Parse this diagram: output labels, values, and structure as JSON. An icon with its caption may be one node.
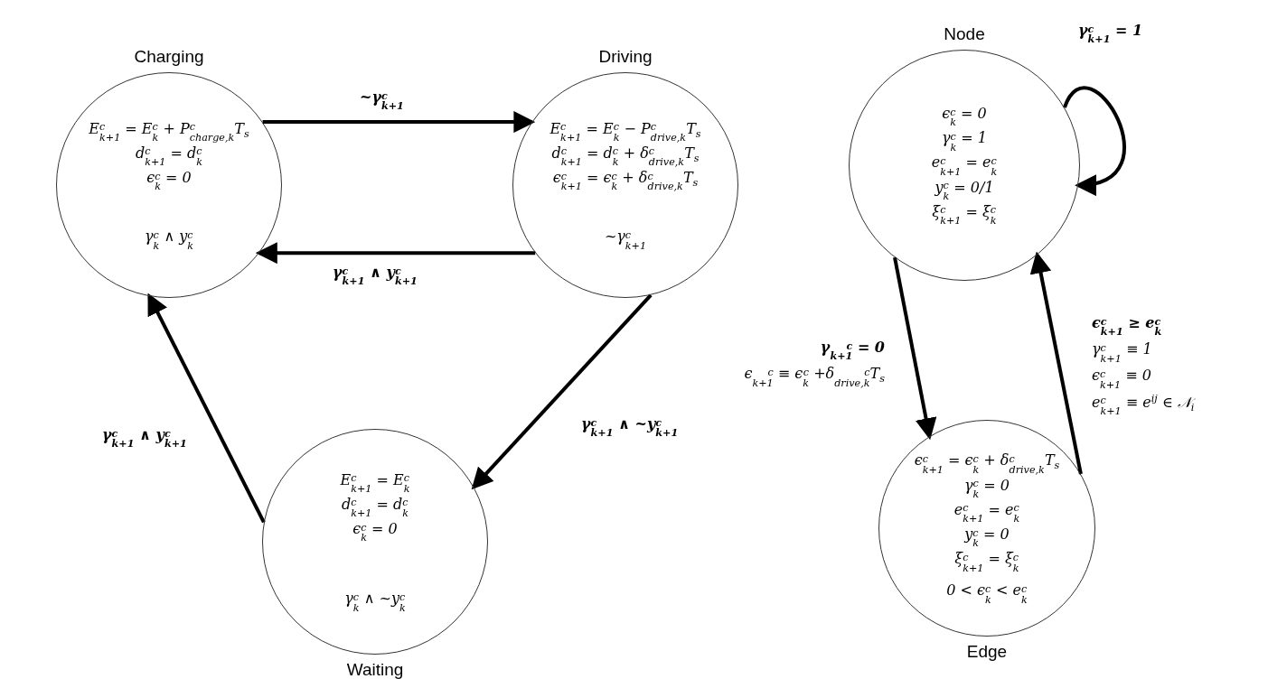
{
  "diagram": {
    "nodes": [
      {
        "text": [
          "Charging",
          "E$^{c}$$_{k+1}$ = E$^{c}$$_{k}$ + P$^{c}$$_{charge,k}$T$_{s}$",
          "d$^{c}$$_{k+1}$ = d$^{c}$$_{k}$",
          "ϵ$^{c}$$_{k}$ = 0",
          "γ$^{c}$$_{k}$ ∧ y$^{c}$$_{k}$"
        ]
      },
      {
        "text": [
          "Driving",
          "E$^{c}$$_{k+1}$ = E$^{c}$$_{k}$ − P$^{c}$$_{drive,k}$T$_{s}$",
          "d$^{c}$$_{k+1}$ = d$^{c}$$_{k}$ + δ$^{c}$$_{drive,k}$T$_{s}$",
          "ϵ$^{c}$$_{k+1}$ = ϵ$^{c}$$_{k}$ + δ$^{c}$$_{drive,k}$T$_{s}$",
          "~γ$^{c}$$_{k+1}$"
        ]
      },
      {
        "text": [
          "E$^{c}$$_{k+1}$ = E$^{c}$$_{k}$",
          "d$^{c}$$_{k+1}$ = d$^{c}$$_{k}$",
          "ϵ$^{c}$$_{k}$ = 0",
          "γ$^{c}$$_{k}$ ∧ ~y$^{c}$$_{k}$",
          "Waiting"
        ]
      },
      {
        "text": [
          "Node",
          "ϵ$^{c}$$_{k}$ = 0",
          "γ$^{c}$$_{k}$ = 1",
          "e$^{c}$$_{k+1}$ = e$^{c}$$_{k}$",
          "y$^{c}$$_{k}$ = 0/1",
          "ξ$^{c}$$_{k+1}$ = ξ$^{c}$$_{k}$"
        ]
      },
      {
        "text": [
          "ϵ$^{c}$$_{k+1}$ = ϵ$^{c}$$_{k}$ + δ$^{c}$$_{drive,k}$T$_{s}$",
          "γ$^{c}$$_{k}$ = 0",
          "e$^{c}$$_{k+1}$ = e$^{c}$$_{k}$",
          "y$^{c}$$_{k}$ = 0",
          "ξ$^{c}$$_{k+1}$ = ξ$^{c}$$_{k}$",
          "0 < ϵ$^{c}$$_{k}$ < e$^{c}$$_{k}$",
          "Edge"
        ]
      }
    ],
    "edges": [
      {
        "from": 0,
        "to": 1,
        "arrow": "to",
        "label": "~γ$^{c}$$_{k+1}$"
      },
      {
        "from": 1,
        "to": 0,
        "arrow": "to",
        "label": "γ$^{c}$$_{k+1}$ ∧ y$^{c}$$_{k+1}$"
      },
      {
        "from": 1,
        "to": 2,
        "arrow": "to",
        "label": "γ$^{c}$$_{k+1}$ ∧ ~y$^{c}$$_{k+1}$"
      },
      {
        "from": 2,
        "to": 0,
        "arrow": "to",
        "label": "γ$^{c}$$_{k+1}$ ∧ y$^{c}$$_{k+1}$"
      },
      {
        "from": 3,
        "to": 3,
        "arrow": "to",
        "label": "γ$^{c}$$_{k+1}$ = 1"
      },
      {
        "from": 3,
        "to": 4,
        "arrow": "to",
        "label": "**γ$^{c}$$_{k+1}$ = 0** ϵ$^{c}$$_{k+1}$ ≡ ϵ$^{c}$$_{k}$ +δ$^{c}$$_{drive,k}$T$_{s}$"
      },
      {
        "from": 4,
        "to": 3,
        "arrow": "to",
        "label": "**ϵ$^{c}$$_{k+1}$ ≥ e$^{c}$$_{k}$** γ$^{c}$$_{k+1}$ ≡ 1 ϵ$^{c}$$_{k+1}$ ≡ 0 e$^{c}$$_{k+1}$ ≡ e$^{ij}$ ∈ 𝒩$_{i}$"
      }
    ]
  }
}
